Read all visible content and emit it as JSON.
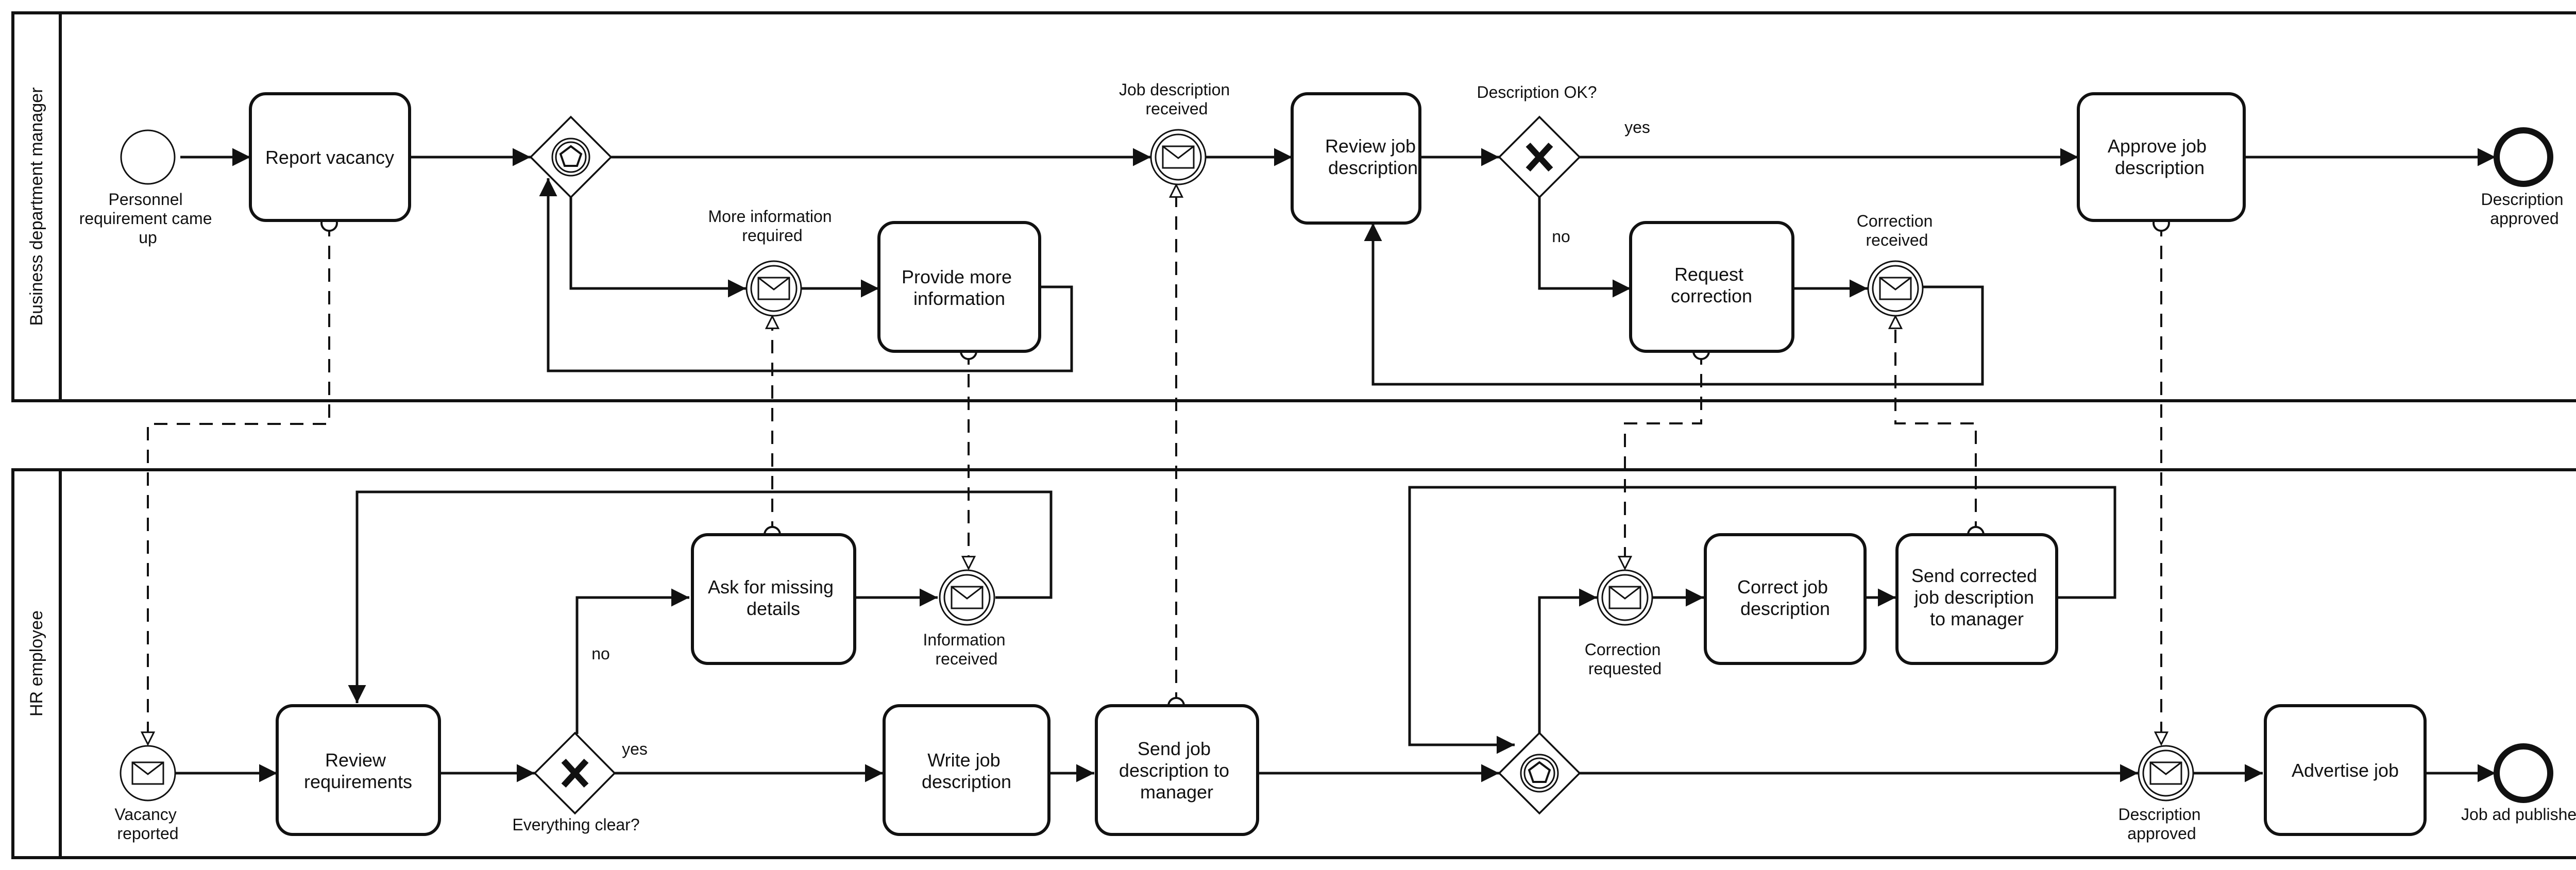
{
  "diagram": {
    "type": "BPMN collaboration",
    "lanes": {
      "manager": {
        "label": "Business department manager"
      },
      "hr": {
        "label": "HR employee"
      }
    },
    "manager": {
      "start_event": [
        "Personnel",
        "requirement came",
        "up"
      ],
      "task_report_vacancy": [
        "Report vacancy"
      ],
      "event_more_info": [
        "More information",
        "required"
      ],
      "task_provide_info": [
        "Provide more",
        "information"
      ],
      "event_job_desc_received": [
        "Job description",
        "received"
      ],
      "task_review_job_desc": [
        "Review job",
        "description"
      ],
      "gateway_description_ok": "Description OK?",
      "flow_yes": "yes",
      "flow_no": "no",
      "task_request_correction": [
        "Request",
        "correction"
      ],
      "event_correction_received": [
        "Correction",
        "received"
      ],
      "task_approve_job_desc": [
        "Approve job",
        "description"
      ],
      "end_event": [
        "Description",
        "approved"
      ]
    },
    "hr": {
      "event_vacancy_reported": [
        "Vacancy",
        "reported"
      ],
      "task_review_requirements": [
        "Review",
        "requirements"
      ],
      "gateway_everything_clear": "Everything clear?",
      "flow_no": "no",
      "flow_yes": "yes",
      "task_ask_missing": [
        "Ask for missing",
        "details"
      ],
      "event_info_received": [
        "Information",
        "received"
      ],
      "task_write_job_desc": [
        "Write job",
        "description"
      ],
      "task_send_job_desc": [
        "Send job",
        "description to",
        "manager"
      ],
      "event_correction_requested": [
        "Correction",
        "requested"
      ],
      "task_correct_job_desc": [
        "Correct job",
        "description"
      ],
      "task_send_corrected": [
        "Send corrected",
        "job description",
        "to manager"
      ],
      "event_description_approved": [
        "Description",
        "approved"
      ],
      "task_advertise_job": [
        "Advertise job"
      ],
      "end_event": [
        "Job ad published"
      ]
    }
  }
}
